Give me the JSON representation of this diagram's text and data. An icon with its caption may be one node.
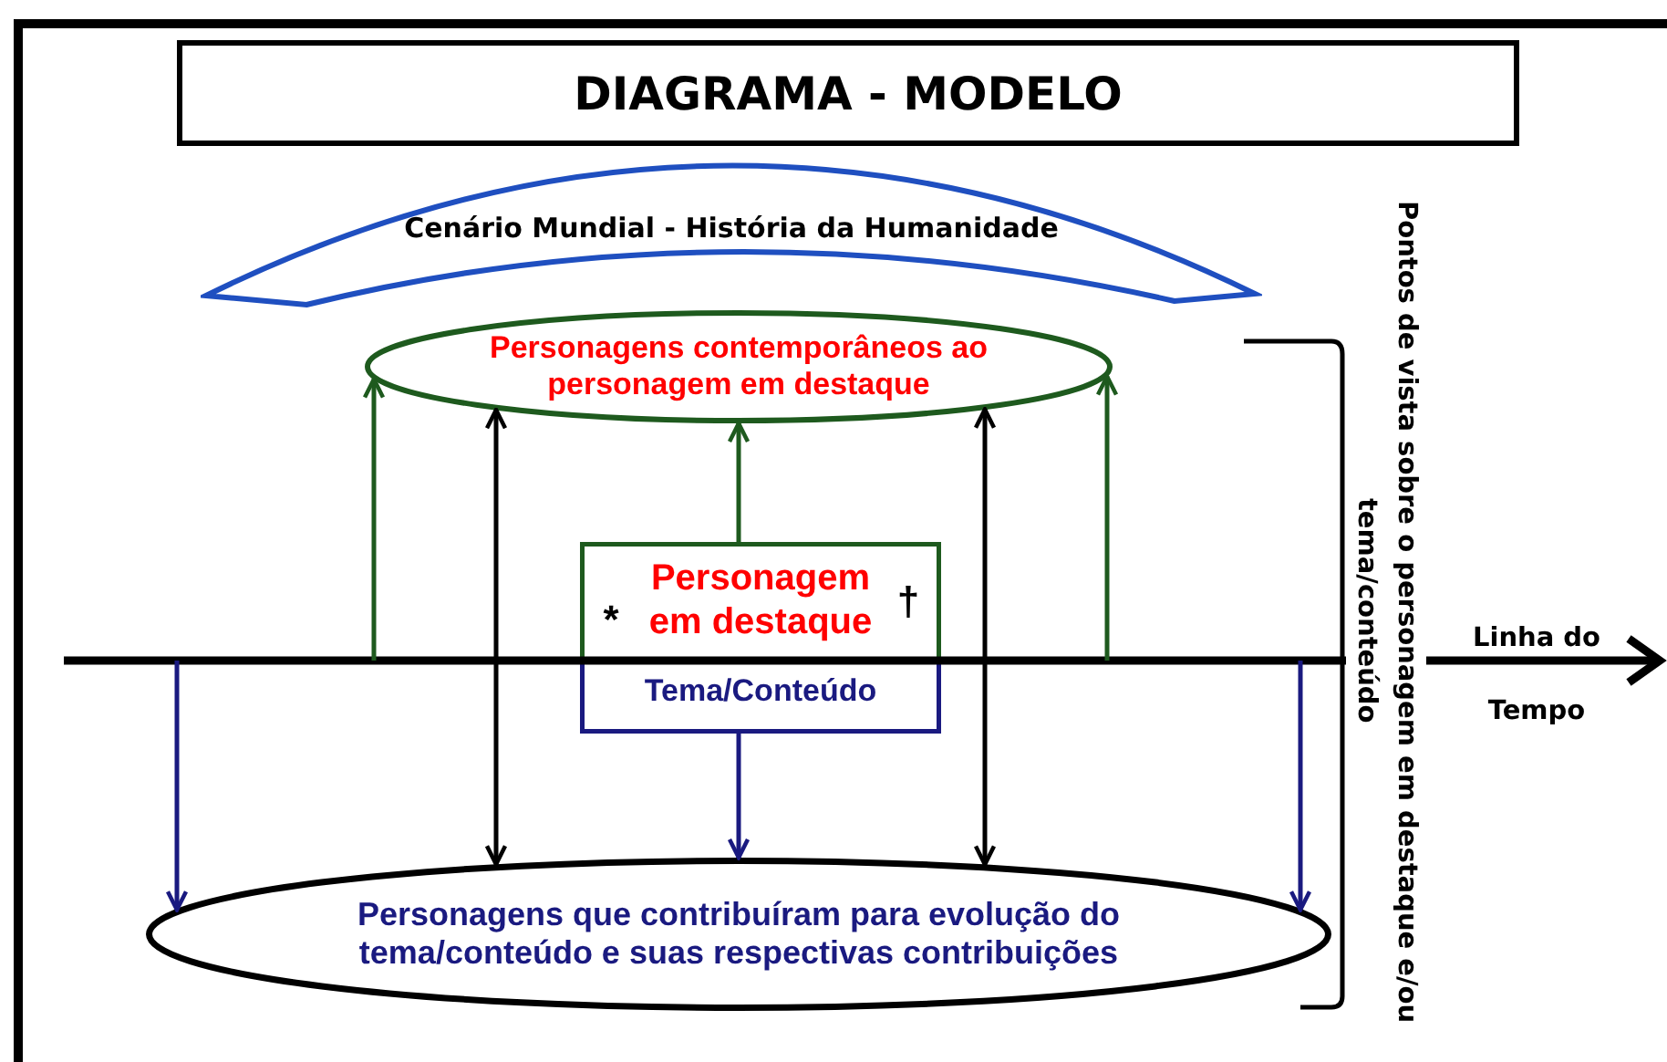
{
  "diagram": {
    "nodes": [
      {
        "text": [
          "DIAGRAMA - MODELO"
        ]
      },
      {
        "text": [
          "Cenário Mundial - História da Humanidade"
        ]
      },
      {
        "text": [
          "Personagens contemporâneos ao personagem em destaque"
        ]
      },
      {
        "text": [
          "*",
          "Personagem em destaque",
          "†",
          "Tema/Conteúdo"
        ]
      },
      {
        "text": [
          "Personagens que contribuíram para evolução do tema/conteúdo e suas respectivas contribuições"
        ]
      }
    ],
    "edges": [
      {
        "from": null,
        "to": 2,
        "arrow": "to",
        "color": "#1e5a1e"
      },
      {
        "from": 2,
        "to": 4,
        "arrow": "both"
      },
      {
        "from": 3,
        "to": 2,
        "arrow": "to",
        "color": "#1e5a1e"
      },
      {
        "from": 2,
        "to": 4,
        "arrow": "both"
      },
      {
        "from": null,
        "to": 2,
        "arrow": "to",
        "color": "#1e5a1e"
      },
      {
        "from": null,
        "to": 4,
        "arrow": "to",
        "color": "#1a1a80"
      },
      {
        "from": 3,
        "to": 4,
        "arrow": "to",
        "color": "#1a1a80"
      },
      {
        "from": null,
        "to": 4,
        "arrow": "to",
        "color": "#1a1a80"
      }
    ],
    "labels": [
      "Pontos de vista sobre o personagem em destaque e/ou tema/conteúdo",
      "Linha do Tempo"
    ]
  }
}
